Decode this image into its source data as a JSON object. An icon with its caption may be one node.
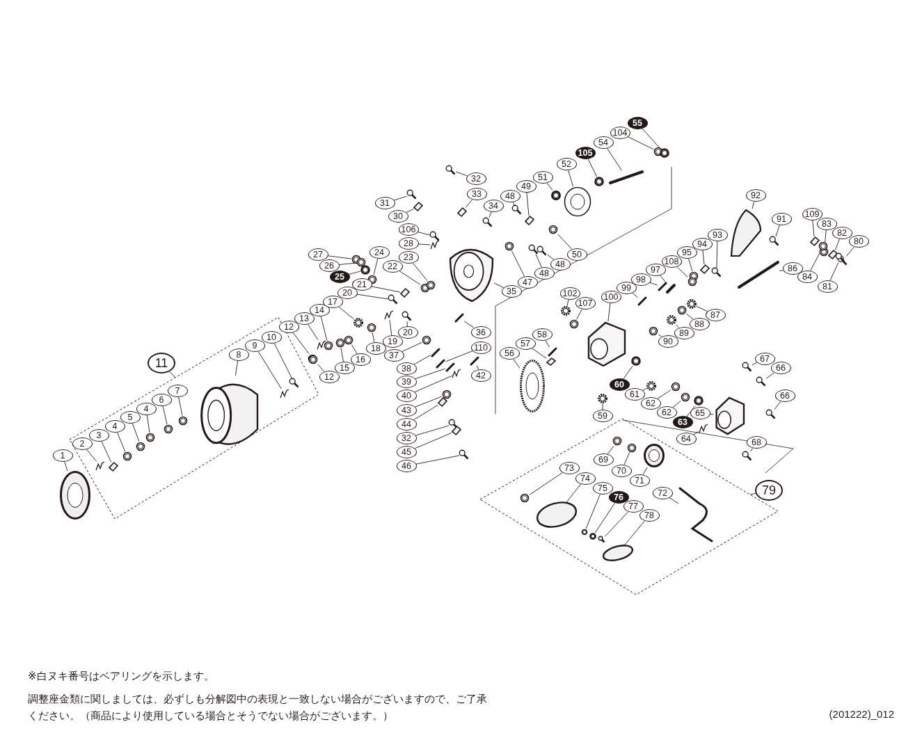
{
  "diagram": {
    "nodes": [
      {
        "text": [
          "1"
        ]
      },
      {
        "text": [
          "2"
        ]
      },
      {
        "text": [
          "3"
        ]
      },
      {
        "text": [
          "4"
        ]
      },
      {
        "text": [
          "5"
        ]
      },
      {
        "text": [
          "4"
        ]
      },
      {
        "text": [
          "6"
        ]
      },
      {
        "text": [
          "7"
        ]
      },
      {
        "text": [
          "11"
        ]
      },
      {
        "text": [
          "8"
        ]
      },
      {
        "text": [
          "9"
        ]
      },
      {
        "text": [
          "10"
        ]
      },
      {
        "text": [
          "12"
        ]
      },
      {
        "text": [
          "13"
        ]
      },
      {
        "text": [
          "14"
        ]
      },
      {
        "text": [
          "12"
        ]
      },
      {
        "text": [
          "15"
        ]
      },
      {
        "text": [
          "16"
        ]
      },
      {
        "text": [
          "17"
        ]
      },
      {
        "text": [
          "18"
        ]
      },
      {
        "text": [
          "19"
        ]
      },
      {
        "text": [
          "20"
        ]
      },
      {
        "text": [
          "21"
        ]
      },
      {
        "text": [
          "20"
        ]
      },
      {
        "text": [
          "27"
        ]
      },
      {
        "text": [
          "26"
        ]
      },
      {
        "text": [
          "25"
        ]
      },
      {
        "text": [
          "24"
        ]
      },
      {
        "text": [
          "22"
        ]
      },
      {
        "text": [
          "23"
        ]
      },
      {
        "text": [
          "106"
        ]
      },
      {
        "text": [
          "28"
        ]
      },
      {
        "text": [
          "31"
        ]
      },
      {
        "text": [
          "30"
        ]
      },
      {
        "text": [
          "32"
        ]
      },
      {
        "text": [
          "33"
        ]
      },
      {
        "text": [
          "34"
        ]
      },
      {
        "text": [
          "35"
        ]
      },
      {
        "text": [
          "36"
        ]
      },
      {
        "text": [
          "110"
        ]
      },
      {
        "text": [
          "42"
        ]
      },
      {
        "text": [
          "37"
        ]
      },
      {
        "text": [
          "38"
        ]
      },
      {
        "text": [
          "39"
        ]
      },
      {
        "text": [
          "40"
        ]
      },
      {
        "text": [
          "43"
        ]
      },
      {
        "text": [
          "44"
        ]
      },
      {
        "text": [
          "32"
        ]
      },
      {
        "text": [
          "45"
        ]
      },
      {
        "text": [
          "46"
        ]
      },
      {
        "text": [
          "48"
        ]
      },
      {
        "text": [
          "49"
        ]
      },
      {
        "text": [
          "51"
        ]
      },
      {
        "text": [
          "52"
        ]
      },
      {
        "text": [
          "105"
        ]
      },
      {
        "text": [
          "54"
        ]
      },
      {
        "text": [
          "104"
        ]
      },
      {
        "text": [
          "55"
        ]
      },
      {
        "text": [
          "47"
        ]
      },
      {
        "text": [
          "48"
        ]
      },
      {
        "text": [
          "48"
        ]
      },
      {
        "text": [
          "50"
        ]
      },
      {
        "text": [
          "92"
        ]
      },
      {
        "text": [
          "91"
        ]
      },
      {
        "text": [
          "109"
        ]
      },
      {
        "text": [
          "83"
        ]
      },
      {
        "text": [
          "82"
        ]
      },
      {
        "text": [
          "80"
        ]
      },
      {
        "text": [
          "86"
        ]
      },
      {
        "text": [
          "84"
        ]
      },
      {
        "text": [
          "81"
        ]
      },
      {
        "text": [
          "93"
        ]
      },
      {
        "text": [
          "94"
        ]
      },
      {
        "text": [
          "95"
        ]
      },
      {
        "text": [
          "108"
        ]
      },
      {
        "text": [
          "97"
        ]
      },
      {
        "text": [
          "98"
        ]
      },
      {
        "text": [
          "99"
        ]
      },
      {
        "text": [
          "100"
        ]
      },
      {
        "text": [
          "102"
        ]
      },
      {
        "text": [
          "107"
        ]
      },
      {
        "text": [
          "87"
        ]
      },
      {
        "text": [
          "88"
        ]
      },
      {
        "text": [
          "89"
        ]
      },
      {
        "text": [
          "90"
        ]
      },
      {
        "text": [
          "58"
        ]
      },
      {
        "text": [
          "57"
        ]
      },
      {
        "text": [
          "56"
        ]
      },
      {
        "text": [
          "67"
        ]
      },
      {
        "text": [
          "66"
        ]
      },
      {
        "text": [
          "60"
        ]
      },
      {
        "text": [
          "61"
        ]
      },
      {
        "text": [
          "66"
        ]
      },
      {
        "text": [
          "62"
        ]
      },
      {
        "text": [
          "62"
        ]
      },
      {
        "text": [
          "65"
        ]
      },
      {
        "text": [
          "59"
        ]
      },
      {
        "text": [
          "63"
        ]
      },
      {
        "text": [
          "64"
        ]
      },
      {
        "text": [
          "68"
        ]
      },
      {
        "text": [
          "69"
        ]
      },
      {
        "text": [
          "70"
        ]
      },
      {
        "text": [
          "71"
        ]
      },
      {
        "text": [
          "73"
        ]
      },
      {
        "text": [
          "74"
        ]
      },
      {
        "text": [
          "79"
        ]
      },
      {
        "text": [
          "75"
        ]
      },
      {
        "text": [
          "76"
        ]
      },
      {
        "text": [
          "72"
        ]
      },
      {
        "text": [
          "77"
        ]
      },
      {
        "text": [
          "78"
        ]
      },
      {
        "text": [],
        "shape": "cap"
      },
      {
        "text": [],
        "shape": "spring"
      },
      {
        "text": [],
        "shape": "plate"
      },
      {
        "text": [],
        "shape": "ring"
      },
      {
        "text": [],
        "shape": "ring"
      },
      {
        "text": [],
        "shape": "ring"
      },
      {
        "text": [],
        "shape": "ring"
      },
      {
        "text": [],
        "shape": "ring"
      },
      {
        "text": [],
        "shape": "spool"
      },
      {
        "text": [],
        "shape": "clip"
      },
      {
        "text": [],
        "shape": "screw"
      },
      {
        "text": [],
        "shape": "ring"
      },
      {
        "text": [],
        "shape": "spring"
      },
      {
        "text": [],
        "shape": "ring"
      },
      {
        "text": [],
        "shape": "ring"
      },
      {
        "text": [],
        "shape": "ring"
      },
      {
        "text": [],
        "shape": "ring"
      },
      {
        "text": [],
        "shape": "gear"
      },
      {
        "text": [],
        "shape": "ring"
      },
      {
        "text": [],
        "shape": "spring"
      },
      {
        "text": [],
        "shape": "screw"
      },
      {
        "text": [],
        "shape": "plate"
      },
      {
        "text": [],
        "shape": "screw"
      },
      {
        "text": [],
        "shape": "ring"
      },
      {
        "text": [],
        "shape": "ring"
      },
      {
        "text": [],
        "shape": "bearing"
      },
      {
        "text": [],
        "shape": "ring"
      },
      {
        "text": [],
        "shape": "ring"
      },
      {
        "text": [],
        "shape": "ring"
      },
      {
        "text": [],
        "shape": "screw"
      },
      {
        "text": [],
        "shape": "spring"
      },
      {
        "text": [],
        "shape": "screw"
      },
      {
        "text": [],
        "shape": "plate"
      },
      {
        "text": [],
        "shape": "screw"
      },
      {
        "text": [],
        "shape": "plate"
      },
      {
        "text": [],
        "shape": "screw"
      },
      {
        "text": [],
        "shape": "rotor"
      },
      {
        "text": [],
        "shape": "pin"
      },
      {
        "text": [],
        "shape": "pin"
      },
      {
        "text": [],
        "shape": "pin"
      },
      {
        "text": [],
        "shape": "ring"
      },
      {
        "text": [],
        "shape": "pin"
      },
      {
        "text": [],
        "shape": "pin"
      },
      {
        "text": [],
        "shape": "spring"
      },
      {
        "text": [],
        "shape": "ring"
      },
      {
        "text": [],
        "shape": "plate"
      },
      {
        "text": [],
        "shape": "screw"
      },
      {
        "text": [],
        "shape": "plate"
      },
      {
        "text": [],
        "shape": "screw"
      },
      {
        "text": [],
        "shape": "screw"
      },
      {
        "text": [],
        "shape": "plate"
      },
      {
        "text": [],
        "shape": "cap"
      },
      {
        "text": [],
        "shape": "ring"
      },
      {
        "text": [],
        "shape": "bearing"
      },
      {
        "text": [],
        "shape": "shaft"
      },
      {
        "text": [],
        "shape": "ring"
      },
      {
        "text": [],
        "shape": "bearing"
      },
      {
        "text": [],
        "shape": "ring"
      },
      {
        "text": [],
        "shape": "screw"
      },
      {
        "text": [],
        "shape": "screw"
      },
      {
        "text": [],
        "shape": "ring"
      },
      {
        "text": [],
        "shape": "bail"
      },
      {
        "text": [],
        "shape": "screw"
      },
      {
        "text": [],
        "shape": "plate"
      },
      {
        "text": [],
        "shape": "ring"
      },
      {
        "text": [],
        "shape": "plate"
      },
      {
        "text": [],
        "shape": "screw"
      },
      {
        "text": [],
        "shape": "shaft"
      },
      {
        "text": [],
        "shape": "ring"
      },
      {
        "text": [],
        "shape": "screw"
      },
      {
        "text": [],
        "shape": "screw"
      },
      {
        "text": [],
        "shape": "plate"
      },
      {
        "text": [],
        "shape": "ring"
      },
      {
        "text": [],
        "shape": "ring"
      },
      {
        "text": [],
        "shape": "shaft"
      },
      {
        "text": [],
        "shape": "pin"
      },
      {
        "text": [],
        "shape": "pin"
      },
      {
        "text": [],
        "shape": "body"
      },
      {
        "text": [],
        "shape": "gear"
      },
      {
        "text": [],
        "shape": "ring"
      },
      {
        "text": [],
        "shape": "gear"
      },
      {
        "text": [],
        "shape": "ring"
      },
      {
        "text": [],
        "shape": "gear"
      },
      {
        "text": [],
        "shape": "ring"
      },
      {
        "text": [],
        "shape": "pin"
      },
      {
        "text": [],
        "shape": "plate"
      },
      {
        "text": [],
        "shape": "gear"
      },
      {
        "text": [],
        "shape": "screw"
      },
      {
        "text": [],
        "shape": "screw"
      },
      {
        "text": [],
        "shape": "bearing"
      },
      {
        "text": [],
        "shape": "gear"
      },
      {
        "text": [],
        "shape": "screw"
      },
      {
        "text": [],
        "shape": "ring"
      },
      {
        "text": [],
        "shape": "ring"
      },
      {
        "text": [],
        "shape": "body"
      },
      {
        "text": [],
        "shape": "gear"
      },
      {
        "text": [],
        "shape": "bearing"
      },
      {
        "text": [],
        "shape": "spring"
      },
      {
        "text": [],
        "shape": "screw"
      },
      {
        "text": [],
        "shape": "ring"
      },
      {
        "text": [],
        "shape": "ring"
      },
      {
        "text": [],
        "shape": "cap"
      },
      {
        "text": [],
        "shape": "ring"
      },
      {
        "text": [],
        "shape": "knob"
      },
      {
        "text": [],
        "shape": "ring"
      },
      {
        "text": [],
        "shape": "bearing"
      },
      {
        "text": [],
        "shape": "handle"
      },
      {
        "text": [],
        "shape": "screw"
      },
      {
        "text": [],
        "shape": "knob"
      }
    ],
    "edges": [
      {
        "from": 0,
        "to": 111,
        "arrow": "none"
      },
      {
        "from": 1,
        "to": 112,
        "arrow": "none"
      },
      {
        "from": 2,
        "to": 113,
        "arrow": "none"
      },
      {
        "from": 3,
        "to": 114,
        "arrow": "none"
      },
      {
        "from": 4,
        "to": 115,
        "arrow": "none"
      },
      {
        "from": 5,
        "to": 116,
        "arrow": "none"
      },
      {
        "from": 6,
        "to": 117,
        "arrow": "none"
      },
      {
        "from": 7,
        "to": 118,
        "arrow": "none"
      },
      {
        "from": 8,
        "to": null,
        "arrow": "none"
      },
      {
        "from": 9,
        "to": 119,
        "arrow": "none"
      },
      {
        "from": 10,
        "to": 120,
        "arrow": "none"
      },
      {
        "from": 11,
        "to": 121,
        "arrow": "none"
      },
      {
        "from": 12,
        "to": 122,
        "arrow": "none"
      },
      {
        "from": 13,
        "to": 123,
        "arrow": "none"
      },
      {
        "from": 14,
        "to": 124,
        "arrow": "none"
      },
      {
        "from": 15,
        "to": 125,
        "arrow": "none"
      },
      {
        "from": 16,
        "to": 126,
        "arrow": "none"
      },
      {
        "from": 17,
        "to": 127,
        "arrow": "none"
      },
      {
        "from": 18,
        "to": 128,
        "arrow": "none"
      },
      {
        "from": 19,
        "to": 129,
        "arrow": "none"
      },
      {
        "from": 20,
        "to": 130,
        "arrow": "none"
      },
      {
        "from": 21,
        "to": 131,
        "arrow": "none"
      },
      {
        "from": 22,
        "to": 132,
        "arrow": "none"
      },
      {
        "from": 23,
        "to": 133,
        "arrow": "none"
      },
      {
        "from": 24,
        "to": 134,
        "arrow": "none"
      },
      {
        "from": 25,
        "to": 135,
        "arrow": "none"
      },
      {
        "from": 26,
        "to": 136,
        "arrow": "none"
      },
      {
        "from": 27,
        "to": 137,
        "arrow": "none"
      },
      {
        "from": 28,
        "to": 138,
        "arrow": "none"
      },
      {
        "from": 29,
        "to": 139,
        "arrow": "none"
      },
      {
        "from": 30,
        "to": 140,
        "arrow": "none"
      },
      {
        "from": 31,
        "to": 141,
        "arrow": "none"
      },
      {
        "from": 32,
        "to": 142,
        "arrow": "none"
      },
      {
        "from": 33,
        "to": 143,
        "arrow": "none"
      },
      {
        "from": 34,
        "to": 144,
        "arrow": "none"
      },
      {
        "from": 35,
        "to": 145,
        "arrow": "none"
      },
      {
        "from": 36,
        "to": 146,
        "arrow": "none"
      },
      {
        "from": 37,
        "to": 147,
        "arrow": "none"
      },
      {
        "from": 38,
        "to": 148,
        "arrow": "none"
      },
      {
        "from": 39,
        "to": 149,
        "arrow": "none"
      },
      {
        "from": 40,
        "to": 150,
        "arrow": "none"
      },
      {
        "from": 41,
        "to": 151,
        "arrow": "none"
      },
      {
        "from": 42,
        "to": 152,
        "arrow": "none"
      },
      {
        "from": 43,
        "to": 153,
        "arrow": "none"
      },
      {
        "from": 44,
        "to": 154,
        "arrow": "none"
      },
      {
        "from": 45,
        "to": 155,
        "arrow": "none"
      },
      {
        "from": 46,
        "to": 156,
        "arrow": "none"
      },
      {
        "from": 47,
        "to": 157,
        "arrow": "none"
      },
      {
        "from": 48,
        "to": 158,
        "arrow": "none"
      },
      {
        "from": 49,
        "to": 159,
        "arrow": "none"
      },
      {
        "from": 50,
        "to": 160,
        "arrow": "none"
      },
      {
        "from": 51,
        "to": 161,
        "arrow": "none"
      },
      {
        "from": 52,
        "to": 162,
        "arrow": "none"
      },
      {
        "from": 53,
        "to": 163,
        "arrow": "none"
      },
      {
        "from": 54,
        "to": 164,
        "arrow": "none"
      },
      {
        "from": 55,
        "to": 165,
        "arrow": "none"
      },
      {
        "from": 56,
        "to": 166,
        "arrow": "none"
      },
      {
        "from": 57,
        "to": 167,
        "arrow": "none"
      },
      {
        "from": 58,
        "to": 168,
        "arrow": "none"
      },
      {
        "from": 59,
        "to": 169,
        "arrow": "none"
      },
      {
        "from": 60,
        "to": 170,
        "arrow": "none"
      },
      {
        "from": 61,
        "to": 171,
        "arrow": "none"
      },
      {
        "from": 62,
        "to": 172,
        "arrow": "none"
      },
      {
        "from": 63,
        "to": 173,
        "arrow": "none"
      },
      {
        "from": 64,
        "to": 174,
        "arrow": "none"
      },
      {
        "from": 65,
        "to": 175,
        "arrow": "none"
      },
      {
        "from": 66,
        "to": 176,
        "arrow": "none"
      },
      {
        "from": 67,
        "to": 177,
        "arrow": "none"
      },
      {
        "from": 68,
        "to": 178,
        "arrow": "none"
      },
      {
        "from": 69,
        "to": 179,
        "arrow": "none"
      },
      {
        "from": 70,
        "to": 180,
        "arrow": "none"
      },
      {
        "from": 71,
        "to": 181,
        "arrow": "none"
      },
      {
        "from": 72,
        "to": 182,
        "arrow": "none"
      },
      {
        "from": 73,
        "to": 183,
        "arrow": "none"
      },
      {
        "from": 74,
        "to": 184,
        "arrow": "none"
      },
      {
        "from": 75,
        "to": 185,
        "arrow": "none"
      },
      {
        "from": 76,
        "to": 186,
        "arrow": "none"
      },
      {
        "from": 77,
        "to": 187,
        "arrow": "none"
      },
      {
        "from": 78,
        "to": 188,
        "arrow": "none"
      },
      {
        "from": 79,
        "to": 189,
        "arrow": "none"
      },
      {
        "from": 80,
        "to": 190,
        "arrow": "none"
      },
      {
        "from": 81,
        "to": 191,
        "arrow": "none"
      },
      {
        "from": 82,
        "to": 192,
        "arrow": "none"
      },
      {
        "from": 83,
        "to": 193,
        "arrow": "none"
      },
      {
        "from": 84,
        "to": 194,
        "arrow": "none"
      },
      {
        "from": 85,
        "to": 195,
        "arrow": "none"
      },
      {
        "from": 86,
        "to": 196,
        "arrow": "none"
      },
      {
        "from": 87,
        "to": 197,
        "arrow": "none"
      },
      {
        "from": 88,
        "to": 198,
        "arrow": "none"
      },
      {
        "from": 89,
        "to": 199,
        "arrow": "none"
      },
      {
        "from": 90,
        "to": 200,
        "arrow": "none"
      },
      {
        "from": 91,
        "to": 201,
        "arrow": "none"
      },
      {
        "from": 92,
        "to": 202,
        "arrow": "none"
      },
      {
        "from": 93,
        "to": 203,
        "arrow": "none"
      },
      {
        "from": 94,
        "to": 204,
        "arrow": "none"
      },
      {
        "from": 95,
        "to": 205,
        "arrow": "none"
      },
      {
        "from": 96,
        "to": 206,
        "arrow": "none"
      },
      {
        "from": 97,
        "to": 207,
        "arrow": "none"
      },
      {
        "from": 98,
        "to": 208,
        "arrow": "none"
      },
      {
        "from": 99,
        "to": 209,
        "arrow": "none"
      },
      {
        "from": 100,
        "to": 210,
        "arrow": "none"
      },
      {
        "from": 101,
        "to": 211,
        "arrow": "none"
      },
      {
        "from": 102,
        "to": 212,
        "arrow": "none"
      },
      {
        "from": 103,
        "to": 213,
        "arrow": "none"
      },
      {
        "from": 104,
        "to": 214,
        "arrow": "none"
      },
      {
        "from": 105,
        "to": null,
        "arrow": "none"
      },
      {
        "from": 106,
        "to": 215,
        "arrow": "none"
      },
      {
        "from": 107,
        "to": 216,
        "arrow": "none"
      },
      {
        "from": 108,
        "to": 217,
        "arrow": "none"
      },
      {
        "from": 109,
        "to": 218,
        "arrow": "none"
      },
      {
        "from": 110,
        "to": 219,
        "arrow": "none"
      }
    ],
    "labels": [
      "※白ヌキ番号はベアリングを示します。",
      "調整座金類に関しましては、必ずしも分解図中の表現と一致しない場合がございますので、ご了承ください。（商品により使用している場合とそうでない場合がございます。）",
      "(201222)_012"
    ]
  }
}
